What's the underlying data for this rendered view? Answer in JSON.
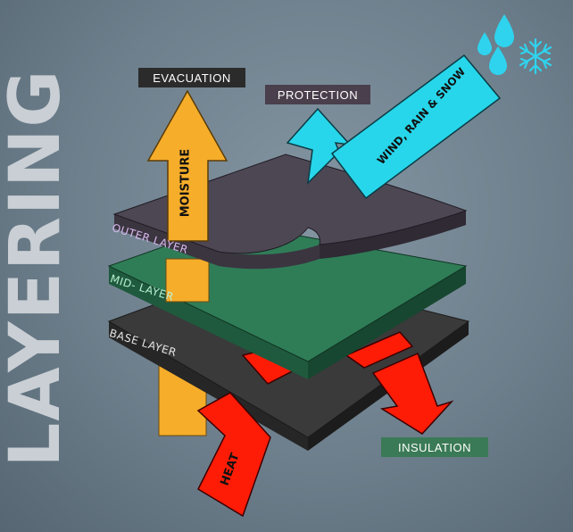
{
  "title": "LAYERING",
  "labels": {
    "evacuation": "EVACUATION",
    "protection": "PROTECTION",
    "insulation": "INSULATION"
  },
  "layers": {
    "outer": "OUTER LAYER",
    "mid": "MID- LAYER",
    "base": "BASE LAYER"
  },
  "arrows": {
    "moisture": "MOISTURE",
    "wind": "WIND, RAIN & SNOW",
    "heat": "HEAT"
  },
  "colors": {
    "moisture_arrow": "#f6ad2a",
    "wind_arrow": "#27d6ea",
    "heat_arrow": "#ff1c06",
    "outer_layer": "#4d4754",
    "mid_layer": "#2f7d57",
    "base_layer": "#333333",
    "drops": "#2fd3ee"
  },
  "icons": [
    "rain-drop-icon",
    "snowflake-icon"
  ]
}
